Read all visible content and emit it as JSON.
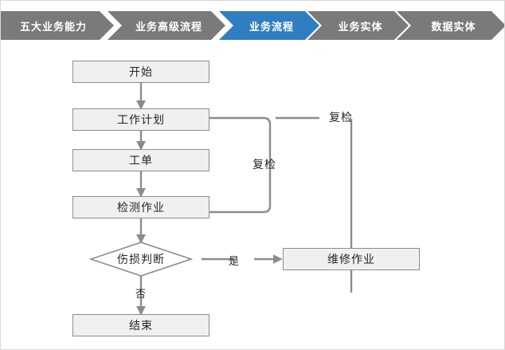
{
  "breadcrumb": {
    "items": [
      {
        "label": "五大业务能力",
        "active": false
      },
      {
        "label": "业务高级流程",
        "active": false
      },
      {
        "label": "业务流程",
        "active": true
      },
      {
        "label": "业务实体",
        "active": false
      },
      {
        "label": "数据实体",
        "active": false
      }
    ],
    "colors": {
      "inactive_fill": "#7a7a7a",
      "active_fill": "#2f7ec1",
      "text": "#ffffff"
    }
  },
  "flowchart": {
    "type": "flowchart",
    "nodes": [
      {
        "id": "start",
        "label": "开始",
        "shape": "rect"
      },
      {
        "id": "work_plan",
        "label": "工作计划",
        "shape": "rect"
      },
      {
        "id": "work_order",
        "label": "工单",
        "shape": "rect"
      },
      {
        "id": "inspection",
        "label": "检测作业",
        "shape": "rect"
      },
      {
        "id": "decision",
        "label": "伤损判断",
        "shape": "diamond"
      },
      {
        "id": "repair",
        "label": "维修作业",
        "shape": "rect"
      },
      {
        "id": "end",
        "label": "结束",
        "shape": "rect"
      }
    ],
    "edge_labels": {
      "yes": "是",
      "no": "否",
      "recheck_inner": "复检",
      "recheck_outer": "复检"
    },
    "colors": {
      "node_fill": "#f0f0f0",
      "node_border": "#8c8c8c",
      "connector": "#8c8c8c",
      "text": "#262626"
    }
  }
}
